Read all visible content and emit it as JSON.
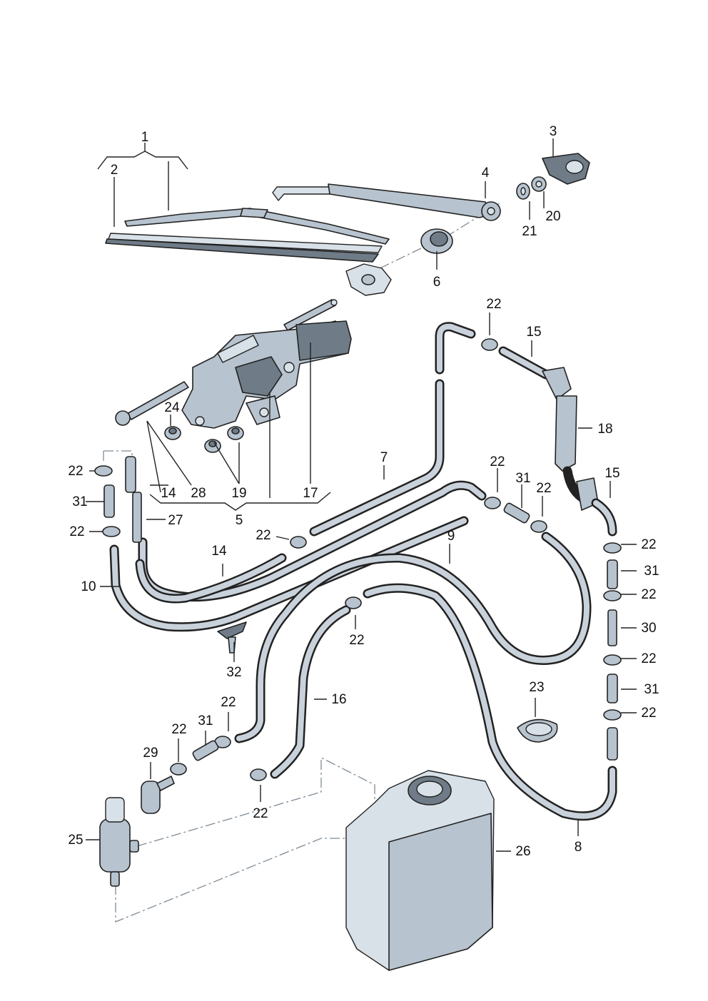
{
  "diagram": {
    "type": "exploded parts diagram",
    "subject": "rear window wiper and washer system",
    "callouts": {
      "c1": "1",
      "c2": "2",
      "c3": "3",
      "c4": "4",
      "c5": "5",
      "c6": "6",
      "c7": "7",
      "c8": "8",
      "c9": "9",
      "c10": "10",
      "c14a": "14",
      "c14b": "14",
      "c15a": "15",
      "c15b": "15",
      "c16": "16",
      "c17": "17",
      "c18": "18",
      "c19": "19",
      "c20": "20",
      "c21": "21",
      "c22a": "22",
      "c22b": "22",
      "c22c": "22",
      "c22d": "22",
      "c22e": "22",
      "c22f": "22",
      "c22g": "22",
      "c22h": "22",
      "c22i": "22",
      "c22j": "22",
      "c22k": "22",
      "c22l": "22",
      "c22m": "22",
      "c22n": "22",
      "c23": "23",
      "c24": "24",
      "c25": "25",
      "c26": "26",
      "c27": "27",
      "c28": "28",
      "c29": "29",
      "c30": "30",
      "c31a": "31",
      "c31b": "31",
      "c31c": "31",
      "c31d": "31",
      "c31e": "31",
      "c32": "32"
    }
  }
}
